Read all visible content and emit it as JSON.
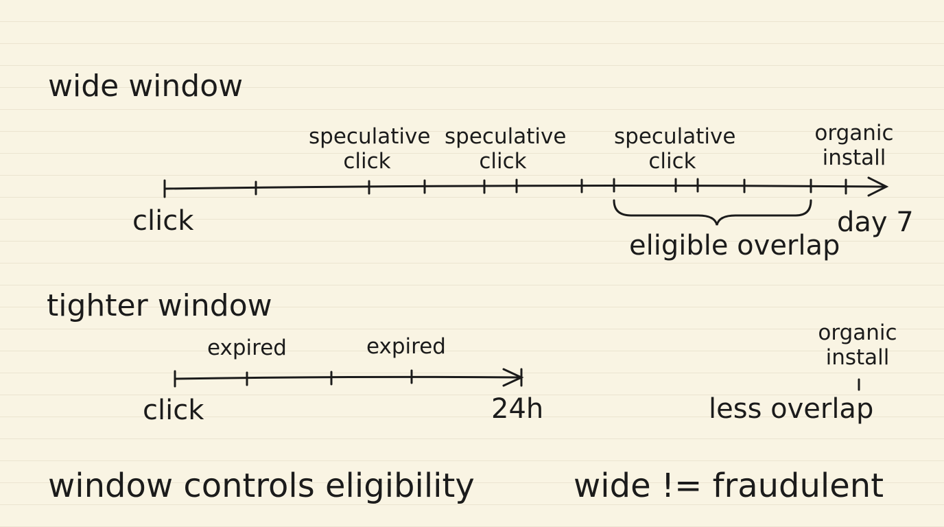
{
  "wide": {
    "title": "wide window",
    "speculative_1": [
      "speculative",
      "click"
    ],
    "speculative_2": [
      "speculative",
      "click"
    ],
    "speculative_3": [
      "speculative",
      "click"
    ],
    "organic": [
      "organic",
      "install"
    ],
    "start": "click",
    "end": "day 7",
    "overlap": "eligible overlap"
  },
  "tight": {
    "title": "tighter window",
    "expired_1": "expired",
    "expired_2": "expired",
    "start": "click",
    "end": "24h",
    "organic": [
      "organic",
      "install"
    ],
    "overlap": "less overlap"
  },
  "footer": {
    "left": "window controls eligibility",
    "right": "wide != fraudulent"
  },
  "colors": {
    "ink": "#1b1b1b",
    "paper": "#f9f4e3",
    "rule": "#ebe4d0"
  }
}
